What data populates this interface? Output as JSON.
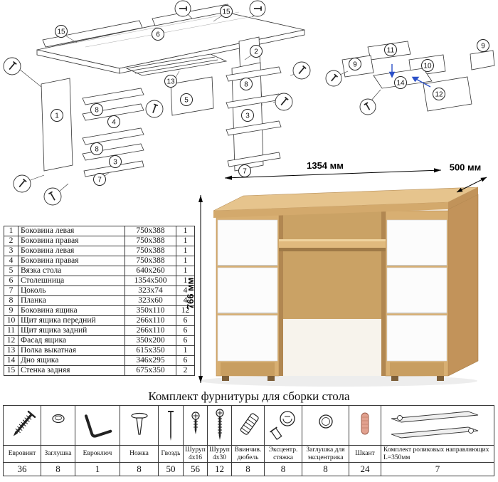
{
  "exploded_main": {
    "callouts": [
      "15",
      "15",
      "6",
      "2",
      "1",
      "8",
      "4",
      "8",
      "3",
      "13",
      "5",
      "7",
      "8",
      "3",
      "7"
    ]
  },
  "exploded_drawer": {
    "callouts": [
      "11",
      "9",
      "10",
      "14",
      "12",
      "9"
    ]
  },
  "desk_render": {
    "width_label": "1354 мм",
    "depth_label": "500 мм",
    "height_label": "766 мм",
    "colors": {
      "oak": "#d8af72",
      "oak_light": "#e6c48d",
      "oak_dark": "#c2935a",
      "drawer_white": "#fcfcfc"
    }
  },
  "parts_table": {
    "rows": [
      {
        "num": "1",
        "name": "Боковина левая",
        "size": "750x388",
        "qty": "1"
      },
      {
        "num": "2",
        "name": "Боковина правая",
        "size": "750x388",
        "qty": "1"
      },
      {
        "num": "3",
        "name": "Боковина левая",
        "size": "750x388",
        "qty": "1"
      },
      {
        "num": "4",
        "name": "Боковина правая",
        "size": "750x388",
        "qty": "1"
      },
      {
        "num": "5",
        "name": "Вязка стола",
        "size": "640x260",
        "qty": "1"
      },
      {
        "num": "6",
        "name": "Столешница",
        "size": "1354x500",
        "qty": "1"
      },
      {
        "num": "7",
        "name": "Цоколь",
        "size": "323x74",
        "qty": "4"
      },
      {
        "num": "8",
        "name": "Планка",
        "size": "323x60",
        "qty": "4"
      },
      {
        "num": "9",
        "name": "Боковина ящика",
        "size": "350x110",
        "qty": "12"
      },
      {
        "num": "10",
        "name": "Щит ящика передний",
        "size": "266x110",
        "qty": "6"
      },
      {
        "num": "11",
        "name": "Щит ящика задний",
        "size": "266x110",
        "qty": "6"
      },
      {
        "num": "12",
        "name": "Фасад ящика",
        "size": "350x200",
        "qty": "6"
      },
      {
        "num": "13",
        "name": "Полка выкатная",
        "size": "615x350",
        "qty": "1"
      },
      {
        "num": "14",
        "name": "Дно ящика",
        "size": "346x295",
        "qty": "6"
      },
      {
        "num": "15",
        "name": "Стенка задняя",
        "size": "675x350",
        "qty": "2"
      }
    ]
  },
  "hardware": {
    "title": "Комплект фурнитуры для сборки стола",
    "items": [
      {
        "name": "Евровинт",
        "qty": "36",
        "icon": "euro-screw-icon"
      },
      {
        "name": "Заглушка",
        "qty": "8",
        "icon": "plug-cap-icon"
      },
      {
        "name": "Евроключ",
        "qty": "1",
        "icon": "hex-key-icon"
      },
      {
        "name": "Ножка",
        "qty": "8",
        "icon": "leg-foot-icon"
      },
      {
        "name": "Гвоздь",
        "qty": "50",
        "icon": "nail-icon"
      },
      {
        "name": "Шуруп 4x16",
        "qty": "56",
        "icon": "screw-4x16-icon"
      },
      {
        "name": "Шуруп 4x30",
        "qty": "12",
        "icon": "screw-4x30-icon"
      },
      {
        "name": "Ввинчив. дюбель",
        "qty": "8",
        "icon": "screw-in-dowel-icon"
      },
      {
        "name": "Эксцентр. стяжка",
        "qty": "8",
        "icon": "cam-lock-icon"
      },
      {
        "name": "Заглушка для эксцентрика",
        "qty": "8",
        "icon": "cam-cap-icon"
      },
      {
        "name": "Шкант",
        "qty": "24",
        "icon": "wood-dowel-icon"
      },
      {
        "name": "Комплект роликовых направляющих L=350мм",
        "qty": "7",
        "icon": "drawer-slides-icon"
      }
    ]
  }
}
